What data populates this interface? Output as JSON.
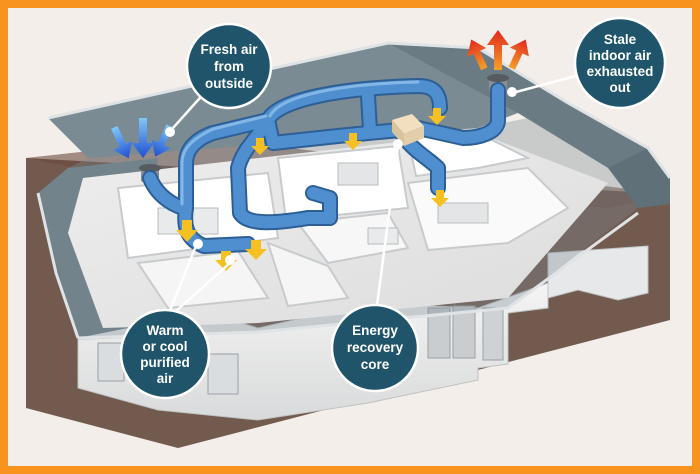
{
  "callouts": {
    "fresh_air": {
      "lines": [
        "Fresh air",
        "from",
        "outside"
      ]
    },
    "stale_air": {
      "lines": [
        "Stale",
        "indoor air",
        "exhausted",
        "out"
      ]
    },
    "supply_air": {
      "lines": [
        "Warm",
        "or cool",
        "purified",
        "air"
      ]
    },
    "recovery_core": {
      "lines": [
        "Energy",
        "recovery",
        "core"
      ]
    }
  },
  "colors": {
    "frame": "#f7931e",
    "background": "#f3eeea",
    "roof": "#6f8088",
    "roof_edge": "#dfe3e5",
    "duct": "#4f8fd0",
    "callout_fill": "#20546a",
    "fresh_air_arrows": "#2b6fe0",
    "stale_air_arrows": "#e8402a",
    "supply_arrows": "#f6c021",
    "base": "#5a3f33"
  },
  "icons": {
    "fresh_air_arrows": "intake-arrows-down-icon",
    "stale_air_arrows": "exhaust-arrows-up-icon",
    "supply_arrows": "supply-arrow-down-icon"
  }
}
